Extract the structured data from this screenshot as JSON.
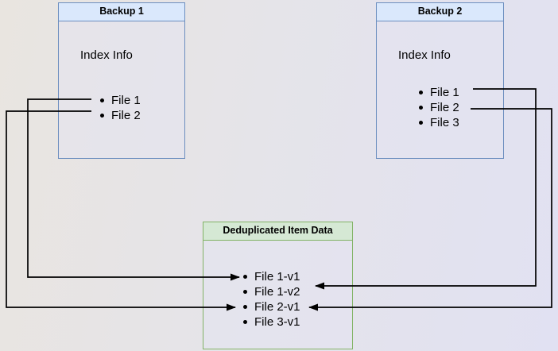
{
  "diagram": {
    "backup1": {
      "title": "Backup 1",
      "section_label": "Index Info",
      "items": [
        "File 1",
        "File 2"
      ]
    },
    "backup2": {
      "title": "Backup 2",
      "section_label": "Index Info",
      "items": [
        "File 1",
        "File 2",
        "File 3"
      ]
    },
    "dedup": {
      "title": "Deduplicated Item Data",
      "items": [
        "File 1-v1",
        "File 1-v2",
        "File 2-v1",
        "File 3-v1"
      ]
    },
    "edges": [
      {
        "from": "Backup 1 / File 1",
        "to": "Deduplicated Item Data / File 1-v1"
      },
      {
        "from": "Backup 1 / File 2",
        "to": "Deduplicated Item Data / File 2-v1"
      },
      {
        "from": "Backup 2 / File 1",
        "to": "Deduplicated Item Data / File 1-v2"
      },
      {
        "from": "Backup 2 / File 2",
        "to": "Deduplicated Item Data / File 2-v1"
      }
    ],
    "colors": {
      "backup_header_fill": "#dae8fc",
      "backup_border": "#6c8ebf",
      "dedup_header_fill": "#d5e8d4",
      "dedup_border": "#82b366",
      "connector": "#000000",
      "text": "#000000"
    }
  }
}
